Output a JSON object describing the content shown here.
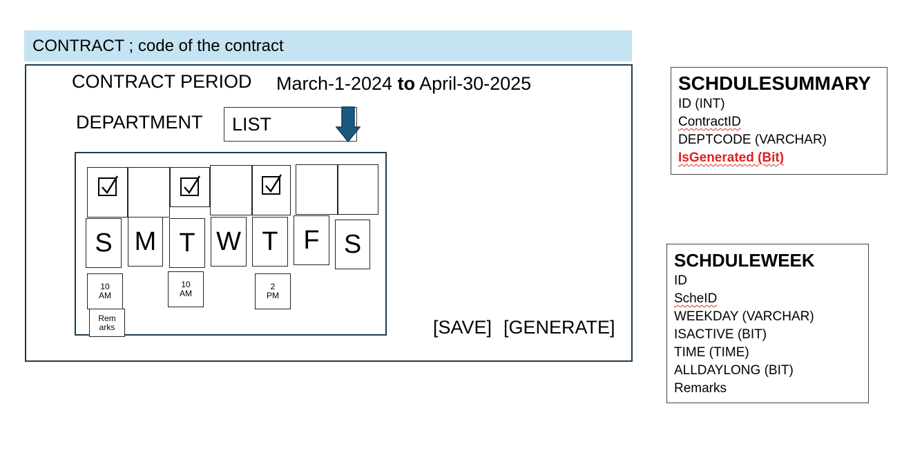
{
  "header": {
    "title": "CONTRACT ; code of the contract"
  },
  "form": {
    "period_label": "CONTRACT PERIOD",
    "period_start": "March-1-2024",
    "period_sep": "to",
    "period_end": "April-30-2025",
    "dept_label": "DEPARTMENT",
    "dept_value": "LIST"
  },
  "schedule": {
    "days": [
      {
        "letter": "S",
        "checked": true
      },
      {
        "letter": "M",
        "checked": false
      },
      {
        "letter": "T",
        "checked": true
      },
      {
        "letter": "W",
        "checked": false
      },
      {
        "letter": "T",
        "checked": true
      },
      {
        "letter": "F",
        "checked": false
      },
      {
        "letter": "S",
        "checked": false
      }
    ],
    "times": [
      "10\nAM",
      "10\nAM",
      "2\nPM"
    ],
    "remarks": "Rem\narks"
  },
  "actions": {
    "save": "[SAVE]",
    "generate": "[GENERATE]"
  },
  "schedulesummary": {
    "title": "SCHDULESUMMARY",
    "fields": [
      "ID (INT)",
      "ContractID",
      "DEPTCODE (VARCHAR)",
      "IsGenerated (Bit)"
    ]
  },
  "scheduleweek": {
    "title": "SCHDULEWEEK",
    "fields": [
      "ID",
      "ScheID",
      "WEEKDAY (VARCHAR)",
      "ISACTIVE (BIT)",
      "TIME (TIME)",
      "ALLDAYLONG (BIT)",
      "Remarks"
    ]
  },
  "colors": {
    "header_bg": "#c5e4f3",
    "arrow": "#1a5a7e",
    "highlight_red": "#e02020"
  }
}
